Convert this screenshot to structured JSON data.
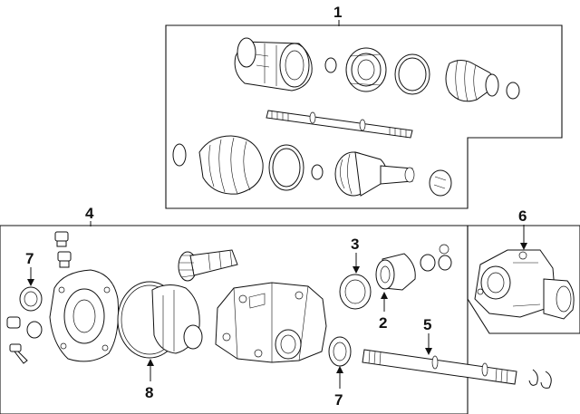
{
  "callouts": [
    {
      "id": "1",
      "label": "1"
    },
    {
      "id": "2",
      "label": "2"
    },
    {
      "id": "3",
      "label": "3"
    },
    {
      "id": "4",
      "label": "4"
    },
    {
      "id": "5",
      "label": "5"
    },
    {
      "id": "6",
      "label": "6"
    },
    {
      "id": "7a",
      "label": "7"
    },
    {
      "id": "7b",
      "label": "7"
    },
    {
      "id": "8",
      "label": "8"
    }
  ],
  "colors": {
    "line": "#111111",
    "background": "#ffffff"
  }
}
